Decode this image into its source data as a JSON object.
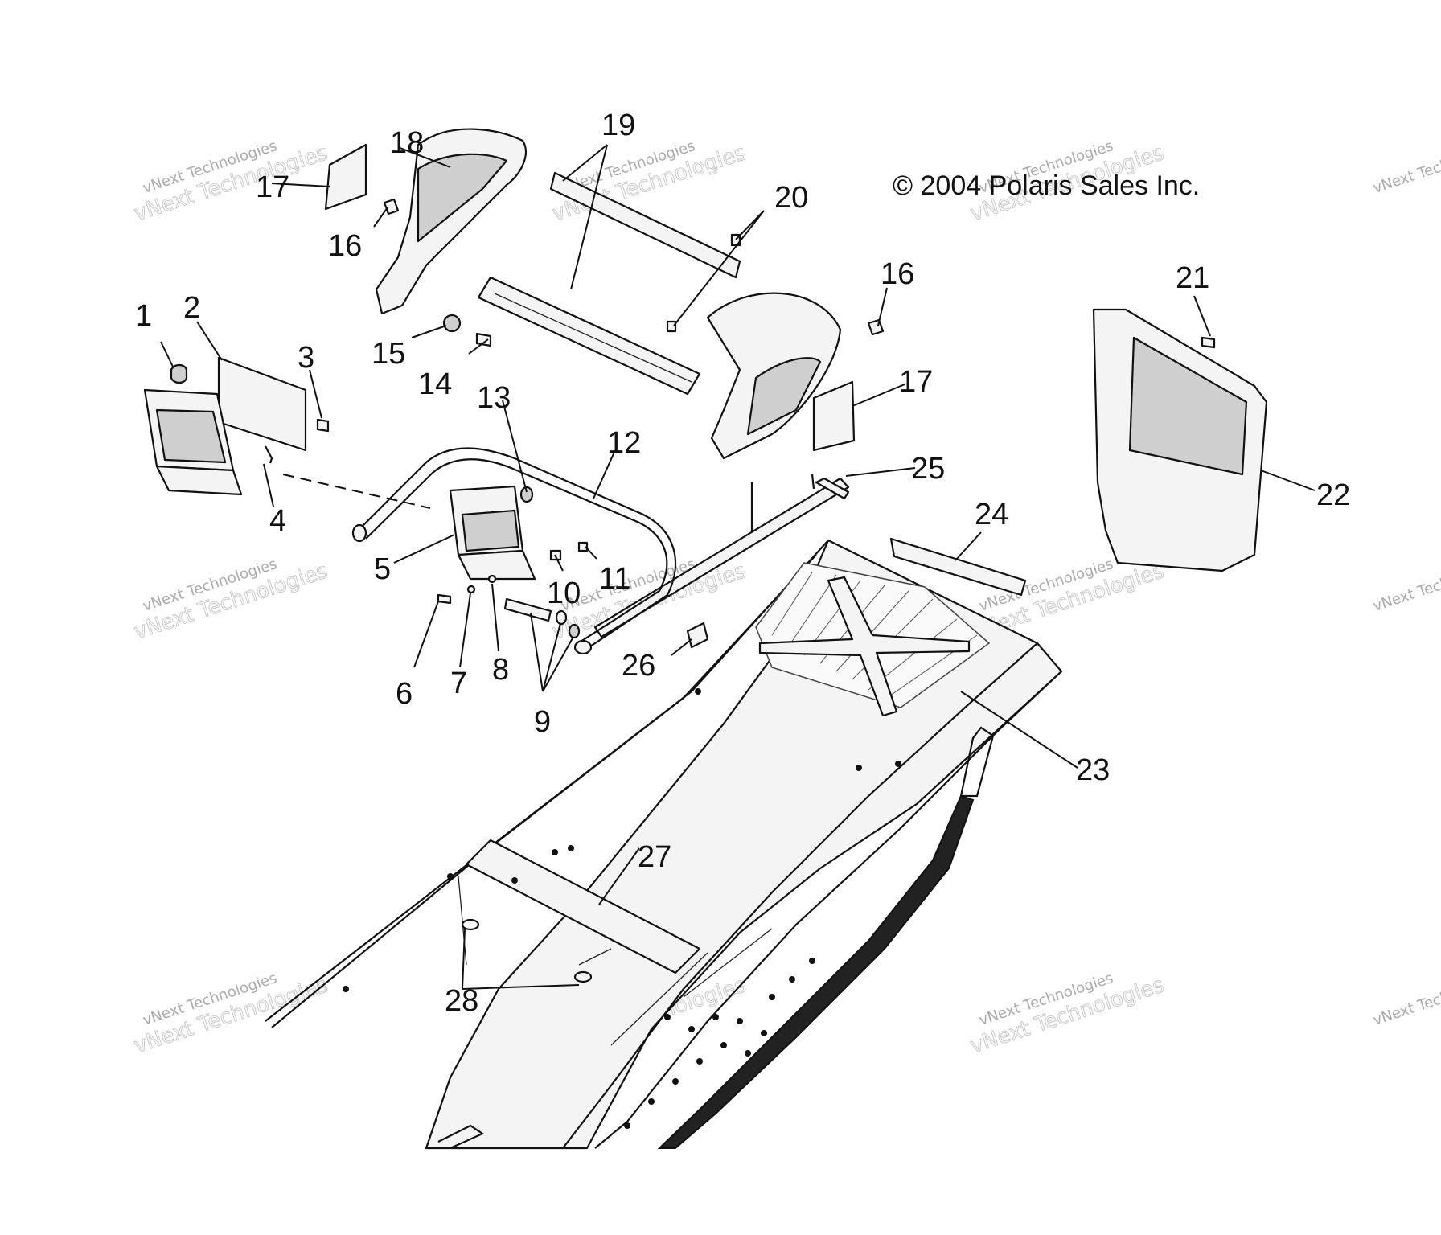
{
  "copyright": "© 2004 Polaris Sales Inc.",
  "callouts": [
    "1",
    "2",
    "3",
    "4",
    "5",
    "6",
    "7",
    "8",
    "9",
    "10",
    "11",
    "12",
    "13",
    "14",
    "15",
    "16",
    "16",
    "17",
    "17",
    "18",
    "19",
    "20",
    "21",
    "22",
    "23",
    "24",
    "25",
    "26",
    "27",
    "28"
  ],
  "watermark": {
    "line1": "vNext Technologies",
    "line2": "vNext Technologies"
  }
}
